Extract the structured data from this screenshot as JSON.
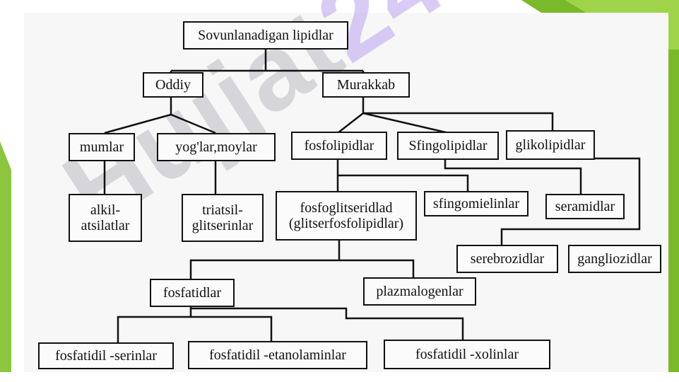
{
  "slide": {
    "accent_color": "#7ab929",
    "diagram": {
      "root": "Sovunlanadigan lipidlar",
      "oddiy": "Oddiy",
      "murakkab": "Murakkab",
      "mumlar": "mumlar",
      "yoglar": "yog'lar,moylar",
      "alkil": [
        "alkil-",
        "atsilatlar"
      ],
      "triatsil": [
        "triatsil-",
        "glitserinlar"
      ],
      "fosfolipidlar": "fosfolipidlar",
      "sfingolipidlar": "Sfingolipidlar",
      "glikolipidlar": "glikolipidlar",
      "fosfoglitseridlad": [
        "fosfoglitseridlad",
        "(glitserfosfolipidlar)"
      ],
      "sfingomielinlar": "sfingomielinlar",
      "seramidlar": "seramidlar",
      "serebrozidlar": "serebrozidlar",
      "gangliozidlar": "gangliozidlar",
      "fosfatidlar": "fosfatidlar",
      "plazmalogenlar": "plazmalogenlar",
      "serinlar": "fosfatidil -serinlar",
      "etanolaminlar": "fosfatidil -etanolaminlar",
      "xolinlar": "fosfatidil -xolinlar"
    },
    "watermark": {
      "text": "Hujjat",
      "number": "24"
    }
  }
}
